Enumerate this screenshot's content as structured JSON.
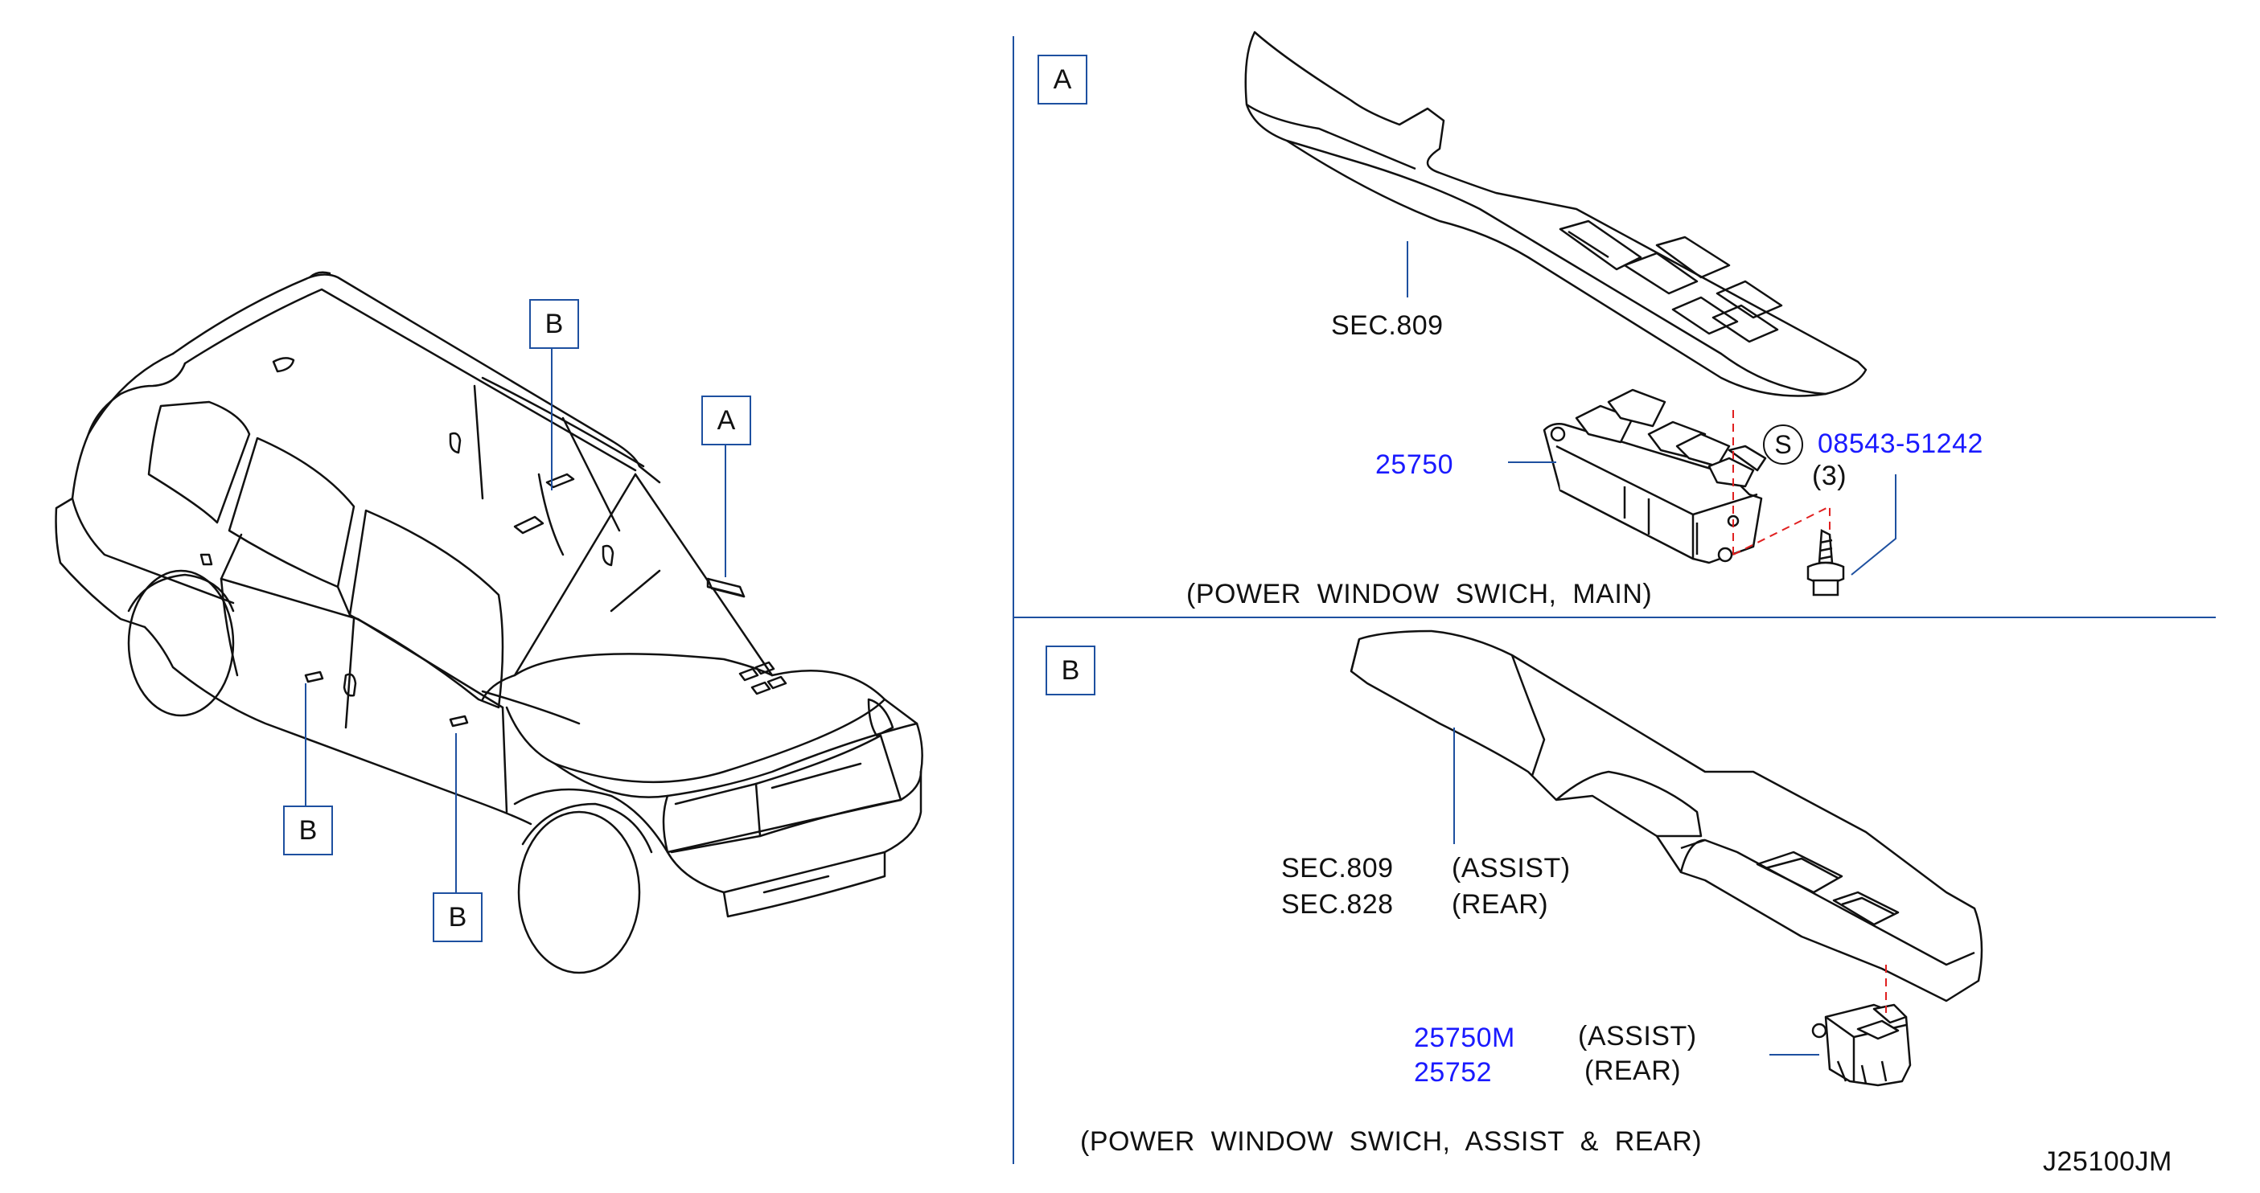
{
  "diagram": {
    "ref_labels": {
      "a": "A",
      "b": "B"
    },
    "section_a": {
      "sec_ref": "SEC.809",
      "part_number": "25750",
      "screw": {
        "symbol": "S",
        "part_number": "08543-51242",
        "quantity": "(3)"
      },
      "caption": "(POWER  WINDOW  SWICH,  MAIN)"
    },
    "section_b": {
      "sec_refs": [
        {
          "code": "SEC.809",
          "note": "(ASSIST)"
        },
        {
          "code": "SEC.828",
          "note": "(REAR)"
        }
      ],
      "part_numbers": [
        {
          "code": "25750M",
          "note": "(ASSIST)"
        },
        {
          "code": "25752",
          "note": "(REAR)"
        }
      ],
      "caption": "(POWER  WINDOW  SWICH,  ASSIST  &  REAR)"
    },
    "drawing_id": "J25100JM"
  }
}
